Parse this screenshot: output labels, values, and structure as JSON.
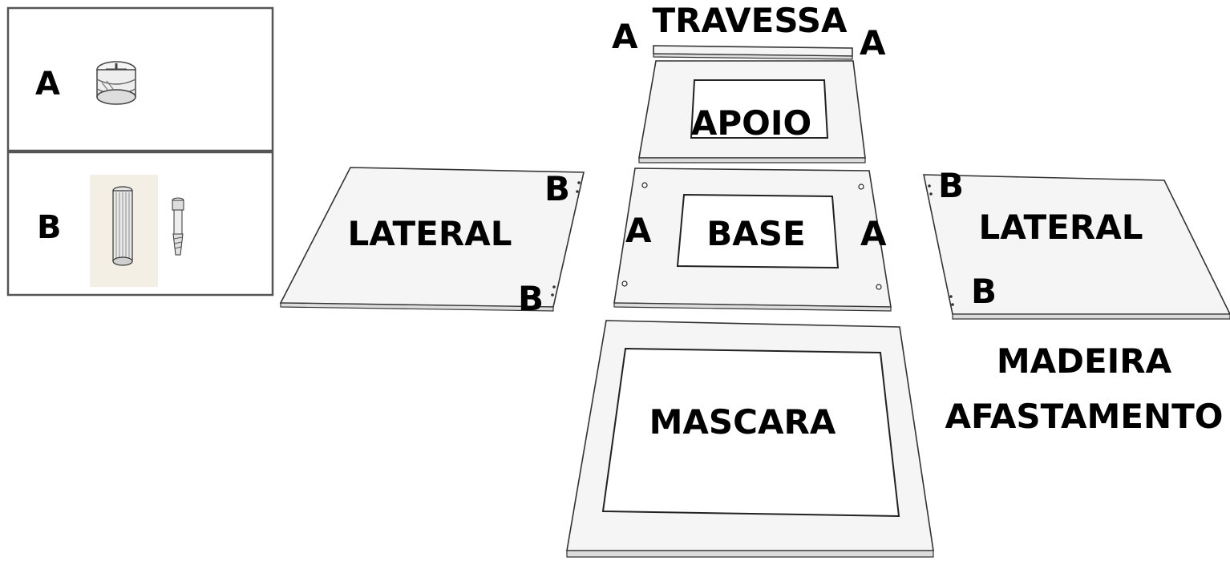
{
  "legend": {
    "item_a": {
      "letter": "A",
      "icon": "cam-lock-fitting-icon"
    },
    "item_b": {
      "letter": "B",
      "icon": "wood-dowel-and-bolt-icon"
    }
  },
  "parts": {
    "travessa": "TRAVESSA",
    "apoio": "APOIO",
    "base": "BASE",
    "lateral_left": "LATERAL",
    "lateral_right": "LATERAL",
    "mascara": "MASCARA",
    "madeira_line1": "MADEIRA",
    "madeira_line2": "AFASTAMENTO"
  },
  "markers": {
    "travessa_left": "A",
    "travessa_right": "A",
    "base_left": "A",
    "base_right": "A",
    "lateral_left_top": "B",
    "lateral_left_bottom": "B",
    "lateral_right_top": "B",
    "lateral_right_bottom": "B"
  }
}
